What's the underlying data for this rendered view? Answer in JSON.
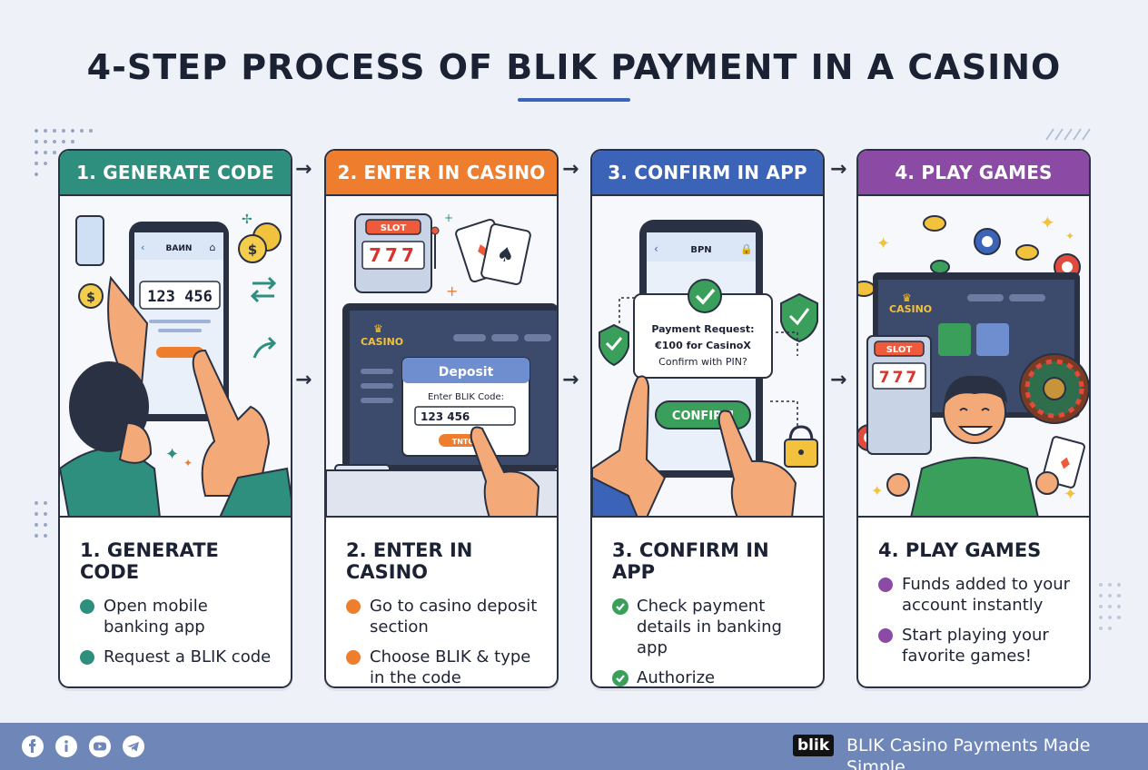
{
  "title": "4-STEP PROCESS OF BLIK PAYMENT IN A CASINO",
  "colors": {
    "step1": "#2f8f7e",
    "step2": "#ee7d2d",
    "step3": "#3b64b8",
    "step4": "#8b4aa3",
    "footer": "#6f86b8"
  },
  "steps": [
    {
      "header": "1. GENERATE CODE",
      "subtitle": "1. GENERATE CODE",
      "bullets": [
        "Open mobile banking app",
        "Request a BLIK code"
      ],
      "illustration": {
        "bank_label": "BAИN",
        "code": "123 456"
      }
    },
    {
      "header": "2. ENTER IN CASINO",
      "subtitle": "2. ENTER IN CASINO",
      "bullets": [
        "Go to casino deposit section",
        "Choose BLIK & type in the code"
      ],
      "illustration": {
        "slot_label": "SLOT",
        "reels": "777",
        "casino_label": "CASINO",
        "deposit_title": "Deposit",
        "enter_label": "Enter BLIK Code:",
        "code": "123 456",
        "button": "TNTO"
      }
    },
    {
      "header": "3. CONFIRM IN APP",
      "subtitle": "3. CONFIRM IN APP",
      "bullets": [
        "Check payment details in banking app",
        "Authorize transaction with PIN"
      ],
      "illustration": {
        "bank_label": "BPN",
        "request_line1": "Payment Request:",
        "request_line2": "€100 for CasinoX",
        "request_line3": "Confirm with PIN?",
        "button": "CONFIRM"
      }
    },
    {
      "header": "4. PLAY GAMES",
      "subtitle": "4. PLAY GAMES",
      "bullets": [
        "Funds added to your account instantly",
        "Start playing your favorite games!"
      ],
      "illustration": {
        "casino_label": "CASINO",
        "slot_label": "SLOT",
        "reels": "777"
      }
    }
  ],
  "footer": {
    "logo": "blik",
    "tagline": "BLIK Casino Payments Made Simple",
    "social_icons": [
      "facebook-icon",
      "info-icon",
      "youtube-icon",
      "telegram-icon"
    ]
  }
}
